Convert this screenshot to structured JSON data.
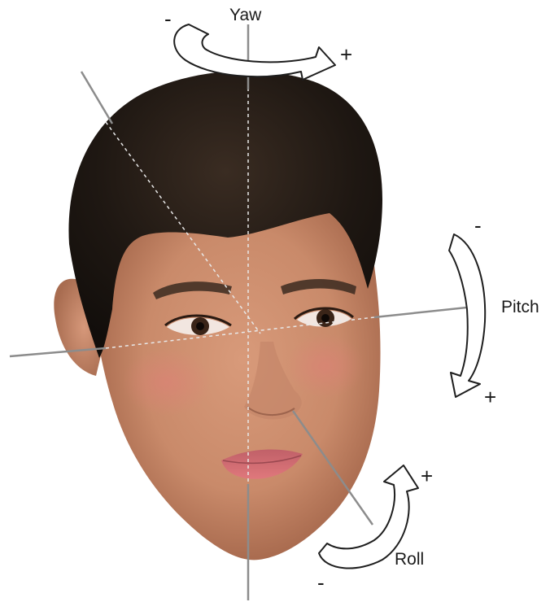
{
  "axes": {
    "yaw": {
      "label": "Yaw",
      "minus": "-",
      "plus": "+"
    },
    "pitch": {
      "label": "Pitch",
      "minus": "-",
      "plus": "+"
    },
    "roll": {
      "label": "Roll",
      "minus": "-",
      "plus": "+"
    }
  },
  "colors": {
    "axis_line": "#8c8c8c",
    "guide_line": "#e8e8e8",
    "arrow_stroke": "#1e1e1e",
    "arrow_fill": "#ffffff",
    "hair": "#1e1712",
    "skin": "#c98a6a"
  }
}
